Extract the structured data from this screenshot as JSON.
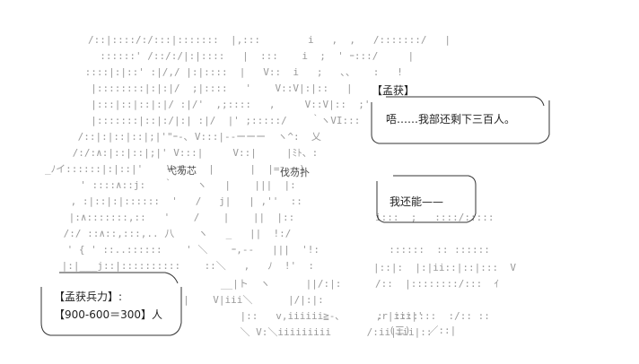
{
  "art": {
    "lines": [
      "/::|::::/:/:::|:::::::  |,:::        i   ,  ,   /:::::::/   |",
      "  ::::::' /::/:/|:|::::   |  :::    i  ;  ' ｰ:::/     |",
      " ::::|:|::' :|/,/ |:|::::  |   V::  i   ;   ､、   :   !",
      "  |::::::::|:|:|/  ;|::::   '    V::V|:|::   |",
      "  |:::|::|::|:|/ :|/'  ,;::::   ,     V::V|::  ;'",
      "  |:::::::|::|:/|:| :|/  |' ;:::::/    ｀ヽVI:::",
      " /::|:|::|::|;|'\"ｰ-､ V:::|--ーーー  ヽ^:  乂",
      " /:/:∧:|::|::|;|' V:::|     V::|     |ﾐﾄ、:",
      "_ﾉイ::::::|:|::|'    V:{    |      |  |=ｧ ヽ\\",
      "  ' ::::∧::j:   ｀    ヽ   |    |||  |:",
      " , :|::|:|::::::  '   /   j|   | ,''  ::",
      " |:∧:::::::,::   '    /    |    ||  |::",
      " /:/ ::∧::,:::,.. 八    ヽ   _   ||  !:/",
      " ' { ' ::..::::::    ' ＼    ｰ,--   |||  '!:",
      " |:|___j::|::::::::::    ::＼   ,   ﾉ  !'  :",
      "                   __|ト  ヽ      ||/:|:",
      "             |    V|iii＼      |/|:|:",
      "            |::   v,iiiiii≧-､      ,r|iii|'",
      "            ＼ V:＼iiiiiiiii      /:ii|iii|::"
    ],
    "right_column": [
      "i:::  ;   ::::/:::::",
      "  ::::::  :: ::::::",
      ":  :::::::  :/:: ::",
      "  (三)   ／::|",
      "/::  |::::::::/:::  ｲ",
      "|::|:  |:|ii::|::|:::  V"
    ]
  },
  "speech": [
    {
      "speaker": "【孟获】",
      "text": "唔……我部还剩下三百人。"
    },
    {
      "speaker": "",
      "text": "我还能——"
    }
  ],
  "sound_effects": [
    "弋芴芯",
    "伐芴扑"
  ],
  "stat_box": {
    "title": "【孟获兵力】:",
    "formula": "【900-600＝300】人"
  }
}
